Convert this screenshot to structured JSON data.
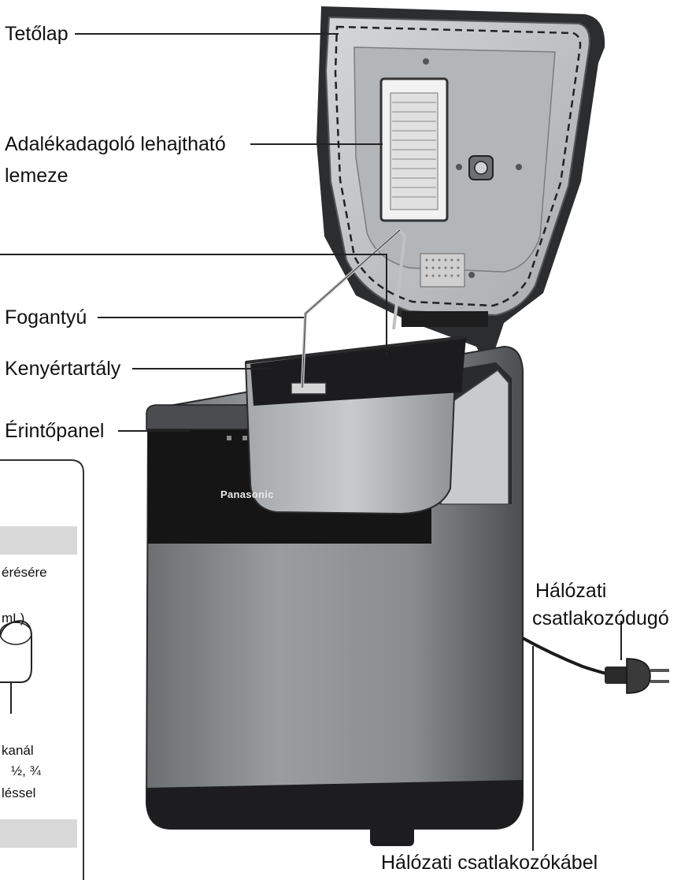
{
  "labels": {
    "lid": "Tetőlap",
    "dispenser_plate_line1": "Adalékadagoló lehajtható",
    "dispenser_plate_line2": "lemeze",
    "handle": "Fogantyú",
    "bread_pan": "Kenyértartály",
    "touch_panel": "Érintőpanel",
    "power_plug_line1": "Hálózati",
    "power_plug_line2": "csatlakozódugó",
    "power_cord": "Hálózati csatlakozókábel"
  },
  "brand": "Panasonic",
  "inset": {
    "text_1": "érésére",
    "text_2": "mL)",
    "text_3": "kanál",
    "text_4": "½, ¾",
    "text_5": "léssel"
  },
  "colors": {
    "body_dark": "#3a3a3c",
    "body_steel": "#8a8d90",
    "lid_silver": "#b9bcbf",
    "band_black": "#151515",
    "inset_bar": "#d9d9d9"
  }
}
